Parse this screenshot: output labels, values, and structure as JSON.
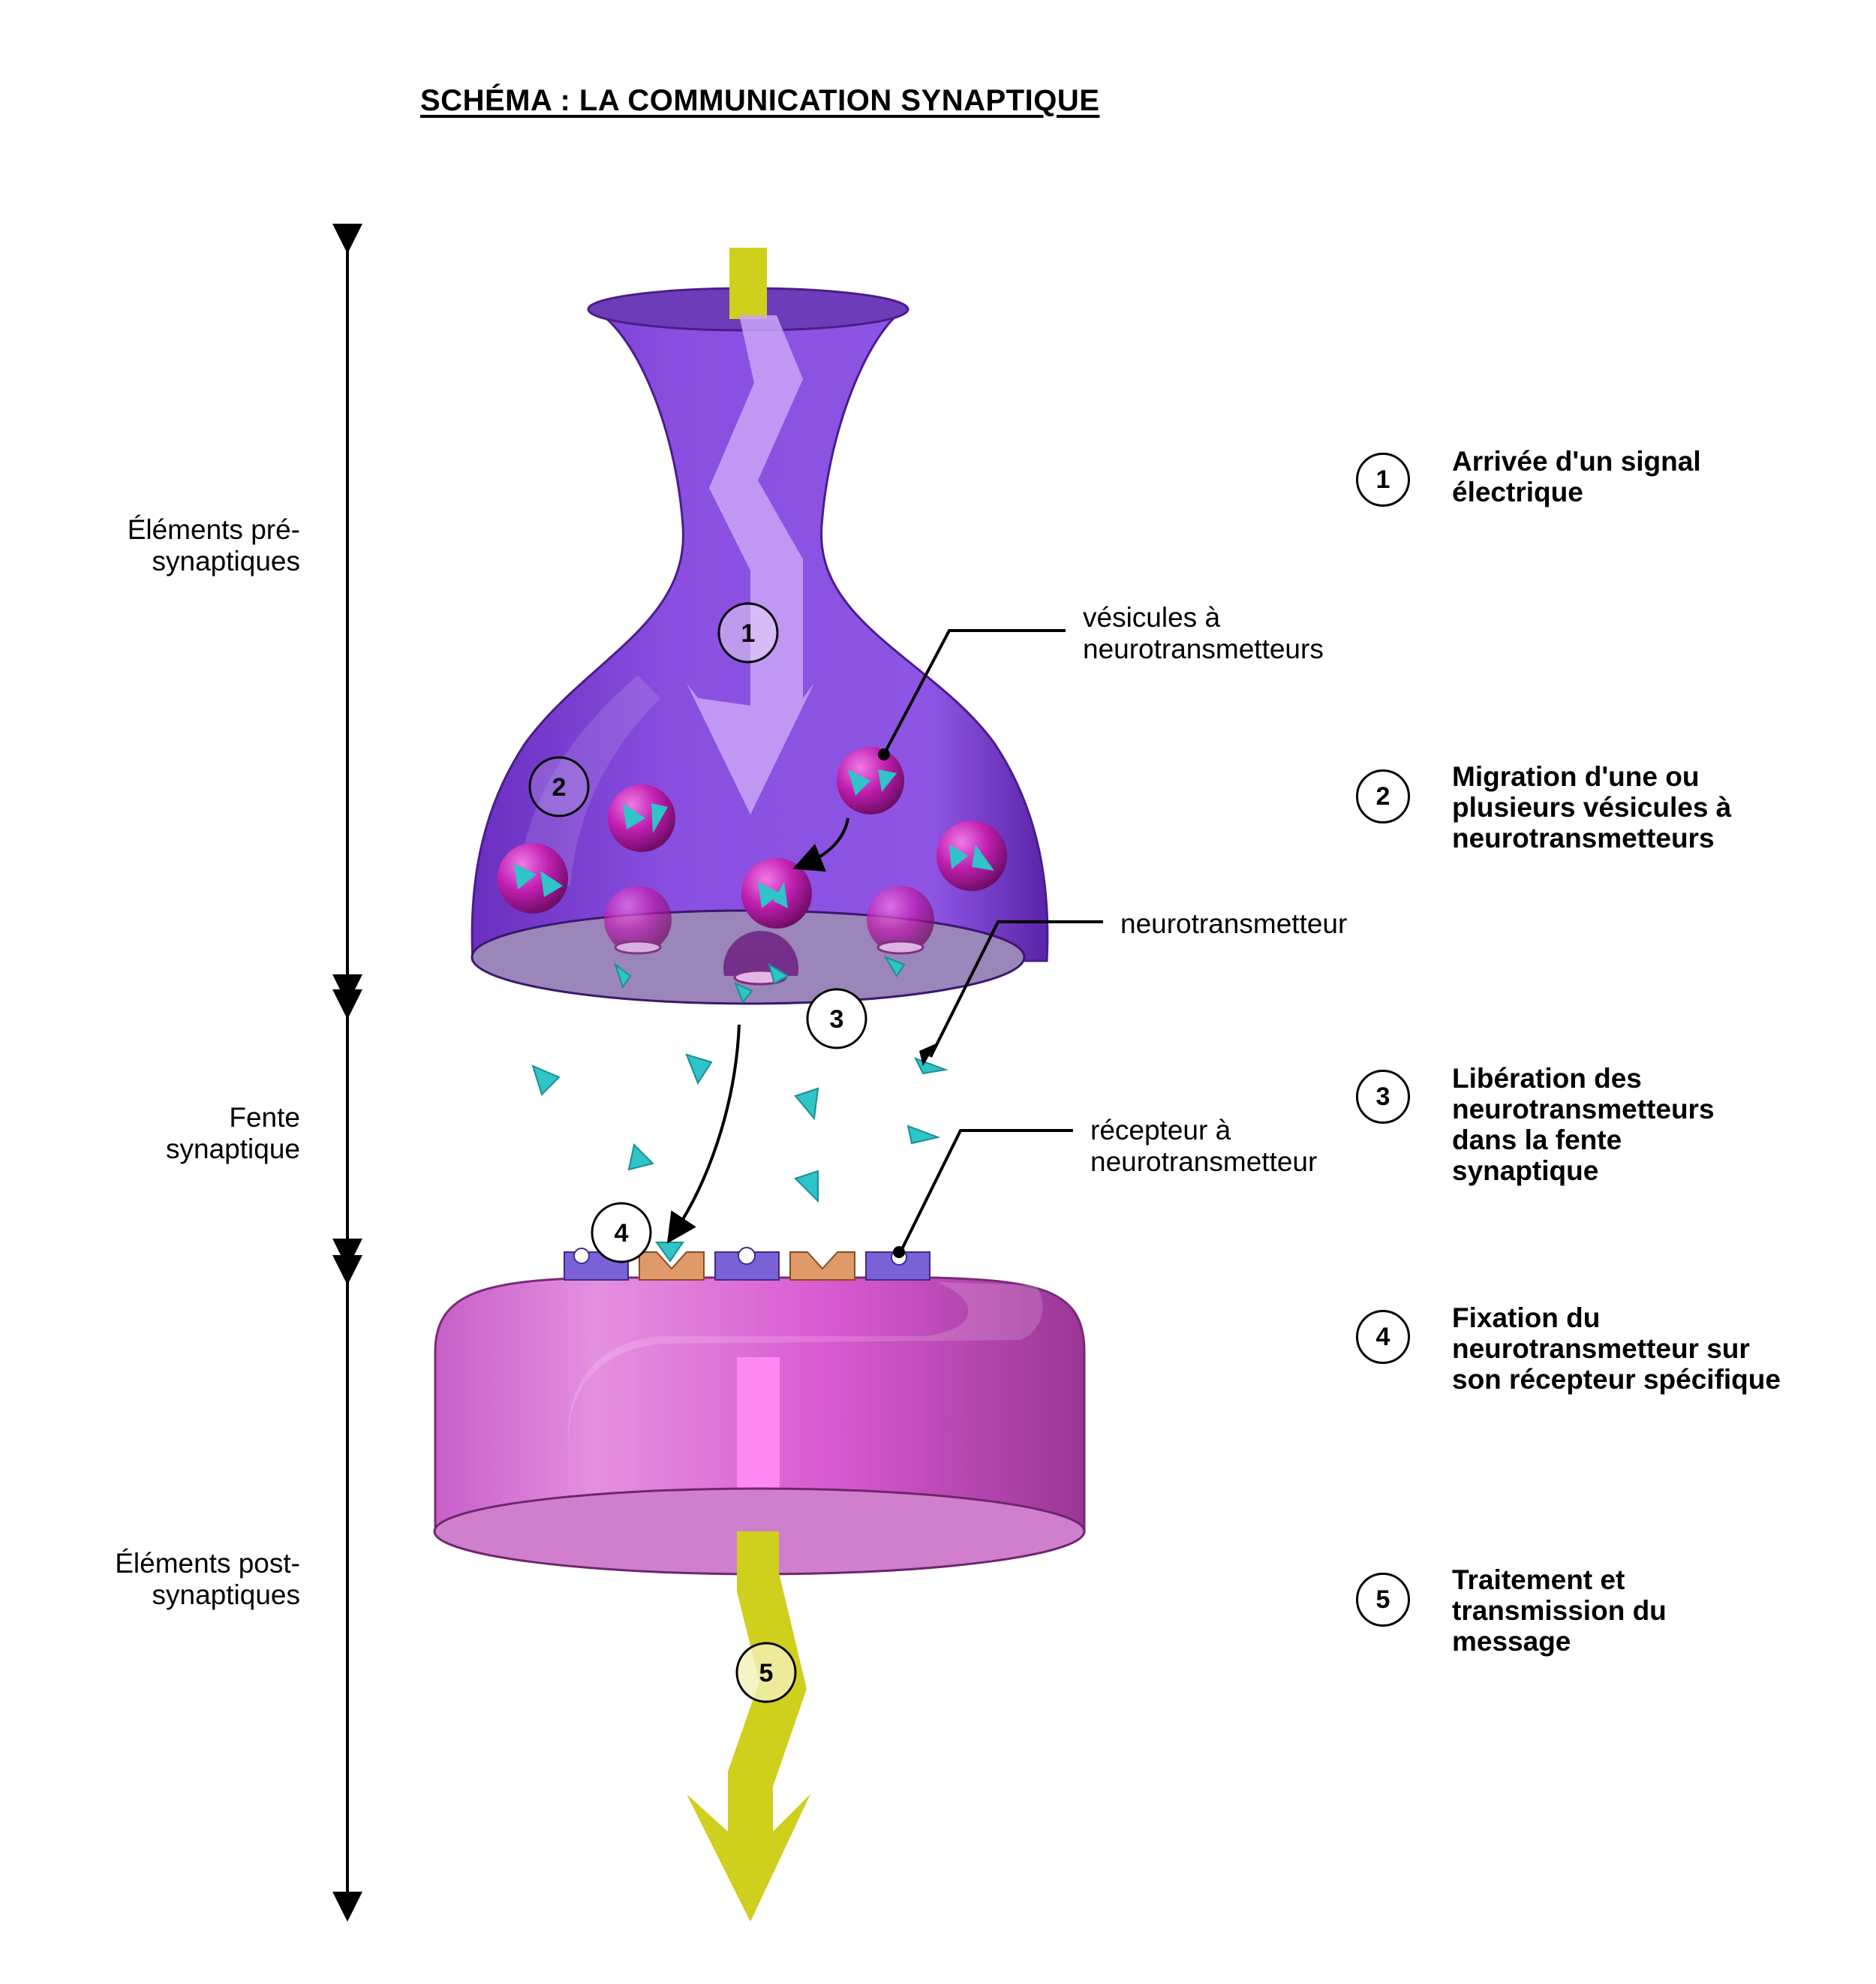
{
  "title": "SCHÉMA : LA COMMUNICATION SYNAPTIQUE",
  "regions": {
    "pre": "Éléments pré-synaptiques",
    "cleft": "Fente synaptique",
    "post": "Éléments post-synaptiques"
  },
  "callouts": {
    "vesicles": "vésicules à neurotransmetteurs",
    "neurotransmitter": "neurotransmetteur",
    "receptor": "récepteur à neurotransmetteur"
  },
  "markers": [
    "1",
    "2",
    "3",
    "4",
    "5"
  ],
  "legend": [
    {
      "num": "1",
      "text": "Arrivée d'un signal électrique"
    },
    {
      "num": "2",
      "text": "Migration d'une ou plusieurs vésicules à neurotransmetteurs"
    },
    {
      "num": "3",
      "text": "Libération des neurotransmetteurs dans la fente synaptique"
    },
    {
      "num": "4",
      "text": "Fixation du neurotransmetteur sur son récepteur spécifique"
    },
    {
      "num": "5",
      "text": "Traitement et transmission du message"
    }
  ],
  "colors": {
    "presynaptic": "#8a4fe0",
    "postsynaptic": "#d95bd1",
    "signal": "#cfcf1e",
    "neurotransmitter": "#2ec4c8",
    "vesicle": "#c01fb0",
    "receptor_blue": "#7a62d6",
    "receptor_orange": "#e09a6a"
  }
}
